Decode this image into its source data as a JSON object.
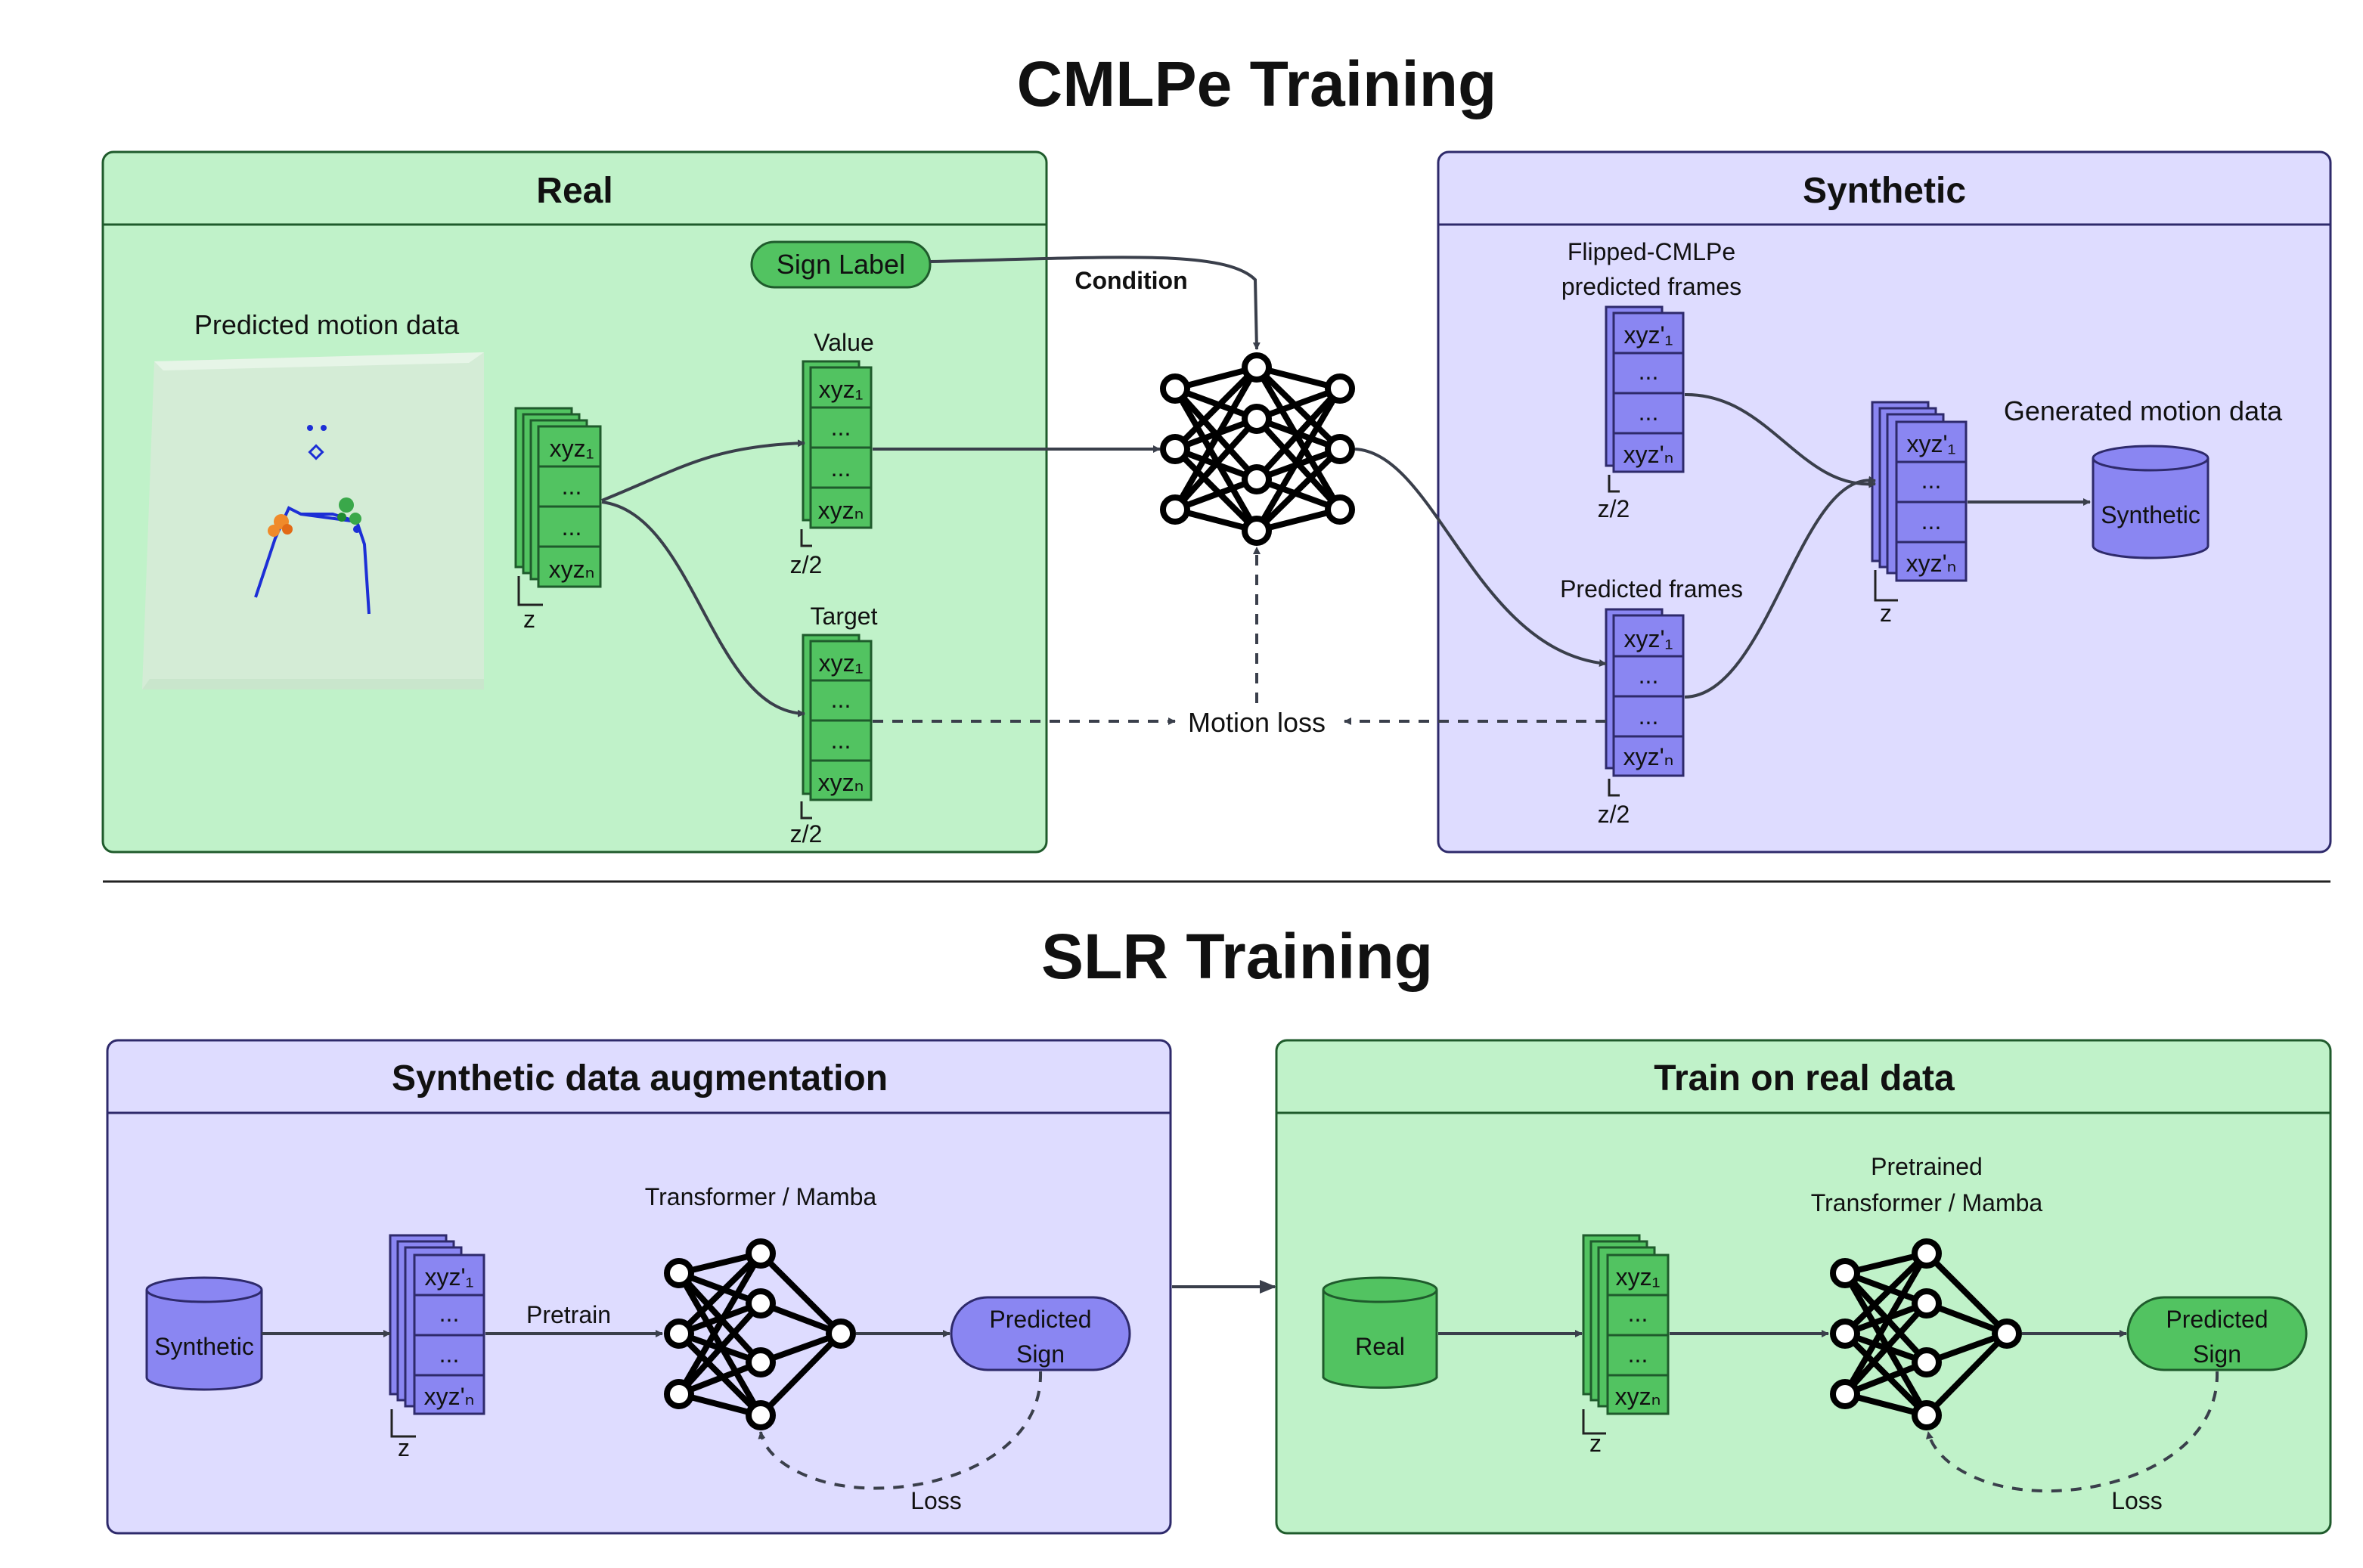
{
  "colors": {
    "green_fill": "#c0f2c9",
    "green_stroke": "#2f8a44",
    "green_node": "#52c361",
    "purple_fill": "#dedcff",
    "purple_stroke": "#4b46a8",
    "purple_node": "#8a86f2",
    "arrow": "#3a3f4b"
  },
  "cmlpe": {
    "title": "CMLPe Training",
    "real_panel": {
      "title": "Real",
      "sign_label": "Sign Label",
      "predicted_motion_label": "Predicted motion data",
      "input_stack": [
        "xyz₁",
        "...",
        "...",
        "xyzₙ"
      ],
      "input_size": "z",
      "value_label": "Value",
      "value_stack": [
        "xyz₁",
        "...",
        "...",
        "xyzₙ"
      ],
      "value_size": "z/2",
      "target_label": "Target",
      "target_stack": [
        "xyz₁",
        "...",
        "...",
        "xyzₙ"
      ],
      "target_size": "z/2"
    },
    "condition_label": "Condition",
    "motion_loss_label": "Motion loss",
    "synthetic_panel": {
      "title": "Synthetic",
      "flipped_label_line1": "Flipped-CMLPe",
      "flipped_label_line2": "predicted frames",
      "flipped_stack": [
        "xyz'₁",
        "...",
        "...",
        "xyz'ₙ"
      ],
      "flipped_size": "z/2",
      "predicted_frames_label": "Predicted frames",
      "predicted_stack": [
        "xyz'₁",
        "...",
        "...",
        "xyz'ₙ"
      ],
      "predicted_size": "z/2",
      "generated_label": "Generated motion data",
      "generated_stack": [
        "xyz'₁",
        "...",
        "...",
        "xyz'ₙ"
      ],
      "generated_size": "z",
      "db_label": "Synthetic"
    }
  },
  "slr": {
    "title": "SLR Training",
    "aug_panel": {
      "title": "Synthetic data augmentation",
      "db_label": "Synthetic",
      "stack": [
        "xyz'₁",
        "...",
        "...",
        "xyz'ₙ"
      ],
      "stack_size": "z",
      "pretrain_label": "Pretrain",
      "model_label": "Transformer / Mamba",
      "output_line1": "Predicted",
      "output_line2": "Sign",
      "loss_label": "Loss"
    },
    "real_panel": {
      "title": "Train on real data",
      "db_label": "Real",
      "stack": [
        "xyz₁",
        "...",
        "...",
        "xyzₙ"
      ],
      "stack_size": "z",
      "model_label_line1": "Pretrained",
      "model_label_line2": "Transformer / Mamba",
      "output_line1": "Predicted",
      "output_line2": "Sign",
      "loss_label": "Loss"
    }
  }
}
